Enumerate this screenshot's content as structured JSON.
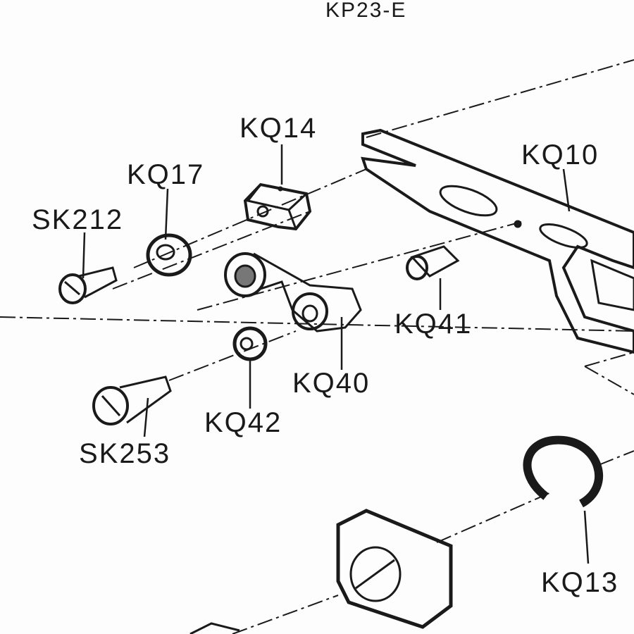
{
  "title": "KP23-E",
  "parts": [
    {
      "id": "kq14",
      "label": "KQ14"
    },
    {
      "id": "kq17",
      "label": "KQ17"
    },
    {
      "id": "sk212",
      "label": "SK212"
    },
    {
      "id": "kq10",
      "label": "KQ10"
    },
    {
      "id": "kq41",
      "label": "KQ41"
    },
    {
      "id": "kq40",
      "label": "KQ40"
    },
    {
      "id": "kq42",
      "label": "KQ42"
    },
    {
      "id": "sk253",
      "label": "SK253"
    },
    {
      "id": "kq13",
      "label": "KQ13"
    }
  ],
  "colors": {
    "ink": "#1a1a1a",
    "paper": "#fdfdfd"
  }
}
